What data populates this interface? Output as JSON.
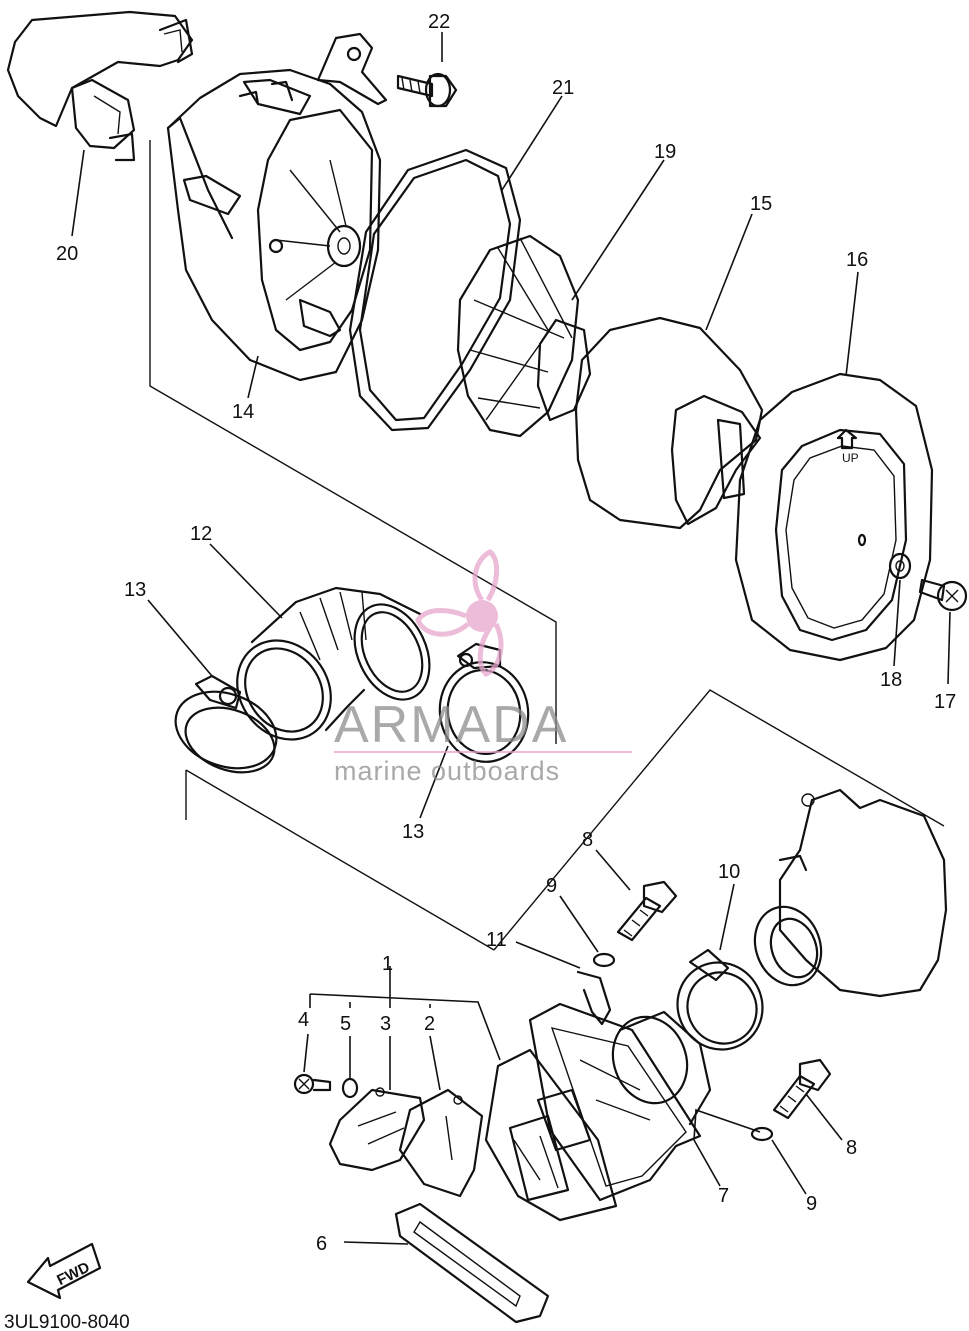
{
  "diagram": {
    "code": "3UL9100-8040",
    "fwd_label": "FWD",
    "up_label": "UP",
    "accent_watermark": "#e090c0",
    "callouts": [
      "22",
      "21",
      "19",
      "15",
      "16",
      "20",
      "14",
      "12",
      "13",
      "13",
      "18",
      "17",
      "8",
      "9",
      "10",
      "11",
      "1",
      "4",
      "5",
      "3",
      "2",
      "8",
      "7",
      "9",
      "6"
    ]
  },
  "watermark": {
    "brand": "ARMADA",
    "tagline": "marine outboards",
    "logo_color": "#e7a6cc"
  }
}
